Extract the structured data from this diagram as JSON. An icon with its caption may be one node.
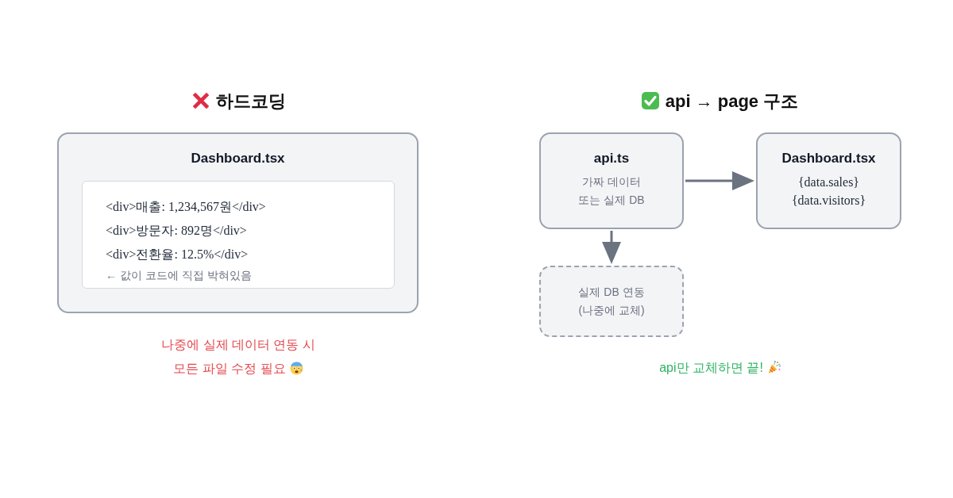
{
  "diagram": {
    "nodes": [
      {
        "text": [
          "Dashboard.tsx"
        ]
      },
      {
        "text": [
          "<div>매출: 1,234,567원</div>",
          "<div>방문자: 892명</div>",
          "<div>전환율: 12.5%</div>",
          "← 값이 코드에 직접 박혀있음"
        ],
        "in": 0
      },
      {
        "text": [
          "api.ts",
          "가짜 데이터 또는 실제 DB"
        ]
      },
      {
        "text": [
          "Dashboard.tsx",
          "{data.sales}",
          "{data.visitors}"
        ]
      },
      {
        "text": [
          "실제 DB 연동 (나중에 교체)"
        ]
      }
    ],
    "edges": [
      {
        "from": 2,
        "to": 3,
        "arrow": "to"
      },
      {
        "from": 2,
        "to": 4,
        "arrow": "to"
      }
    ],
    "labels": [
      "하드코딩",
      "api → page 구조",
      "나중에 실제 데이터 연동 시",
      "모든 파일 수정 필요",
      "api만 교체하면 끝!"
    ]
  }
}
